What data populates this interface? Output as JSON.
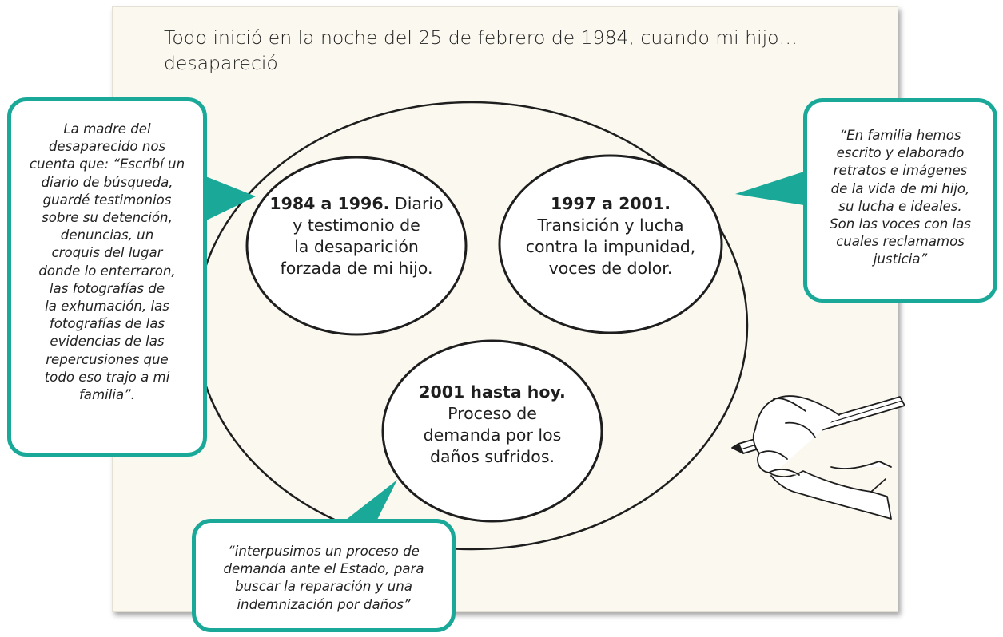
{
  "header": {
    "title_line1": "Todo inició en la noche del 25 de febrero de 1984, cuando mi hijo…",
    "title_line2": "desapareció"
  },
  "eras": [
    {
      "label": "1984 a 1996.",
      "lines": [
        "Diario",
        "y testimonio de",
        "la desaparición",
        "forzada de mi hijo."
      ]
    },
    {
      "label": "1997 a 2001.",
      "lines": [
        "Transición y lucha",
        "contra la impunidad,",
        "voces de dolor."
      ]
    },
    {
      "label": "2001 hasta hoy.",
      "lines": [
        "Proceso de",
        "demanda por los",
        "daños sufridos."
      ]
    }
  ],
  "callouts": {
    "left": [
      "La madre del",
      "desaparecido nos",
      "cuenta que: “Escribí un",
      "diario de búsqueda,",
      "guardé testimonios",
      "sobre su detención,",
      "denuncias, un",
      "croquis del lugar",
      "donde lo enterraron,",
      "las fotografías de",
      "la exhumación, las",
      "fotografías de las",
      "evidencias de las",
      "repercusiones que",
      "todo eso trajo a mi",
      "familia”."
    ],
    "right": [
      "“En familia hemos",
      "escrito y elaborado",
      "retratos e imágenes",
      "de la vida de mi hijo,",
      "su lucha e ideales.",
      "Son las voces con las",
      "cuales reclamamos",
      "justicia”"
    ],
    "bottom": [
      "“interpusimos un proceso de",
      "demanda ante el Estado, para",
      "buscar la reparación y una",
      "indemnización por daños”"
    ]
  },
  "colors": {
    "accent": "#1aa999",
    "paper": "#fbf8ef",
    "ink": "#1e1e1e"
  },
  "icons": [
    "hand-writing-with-pencil-icon"
  ]
}
